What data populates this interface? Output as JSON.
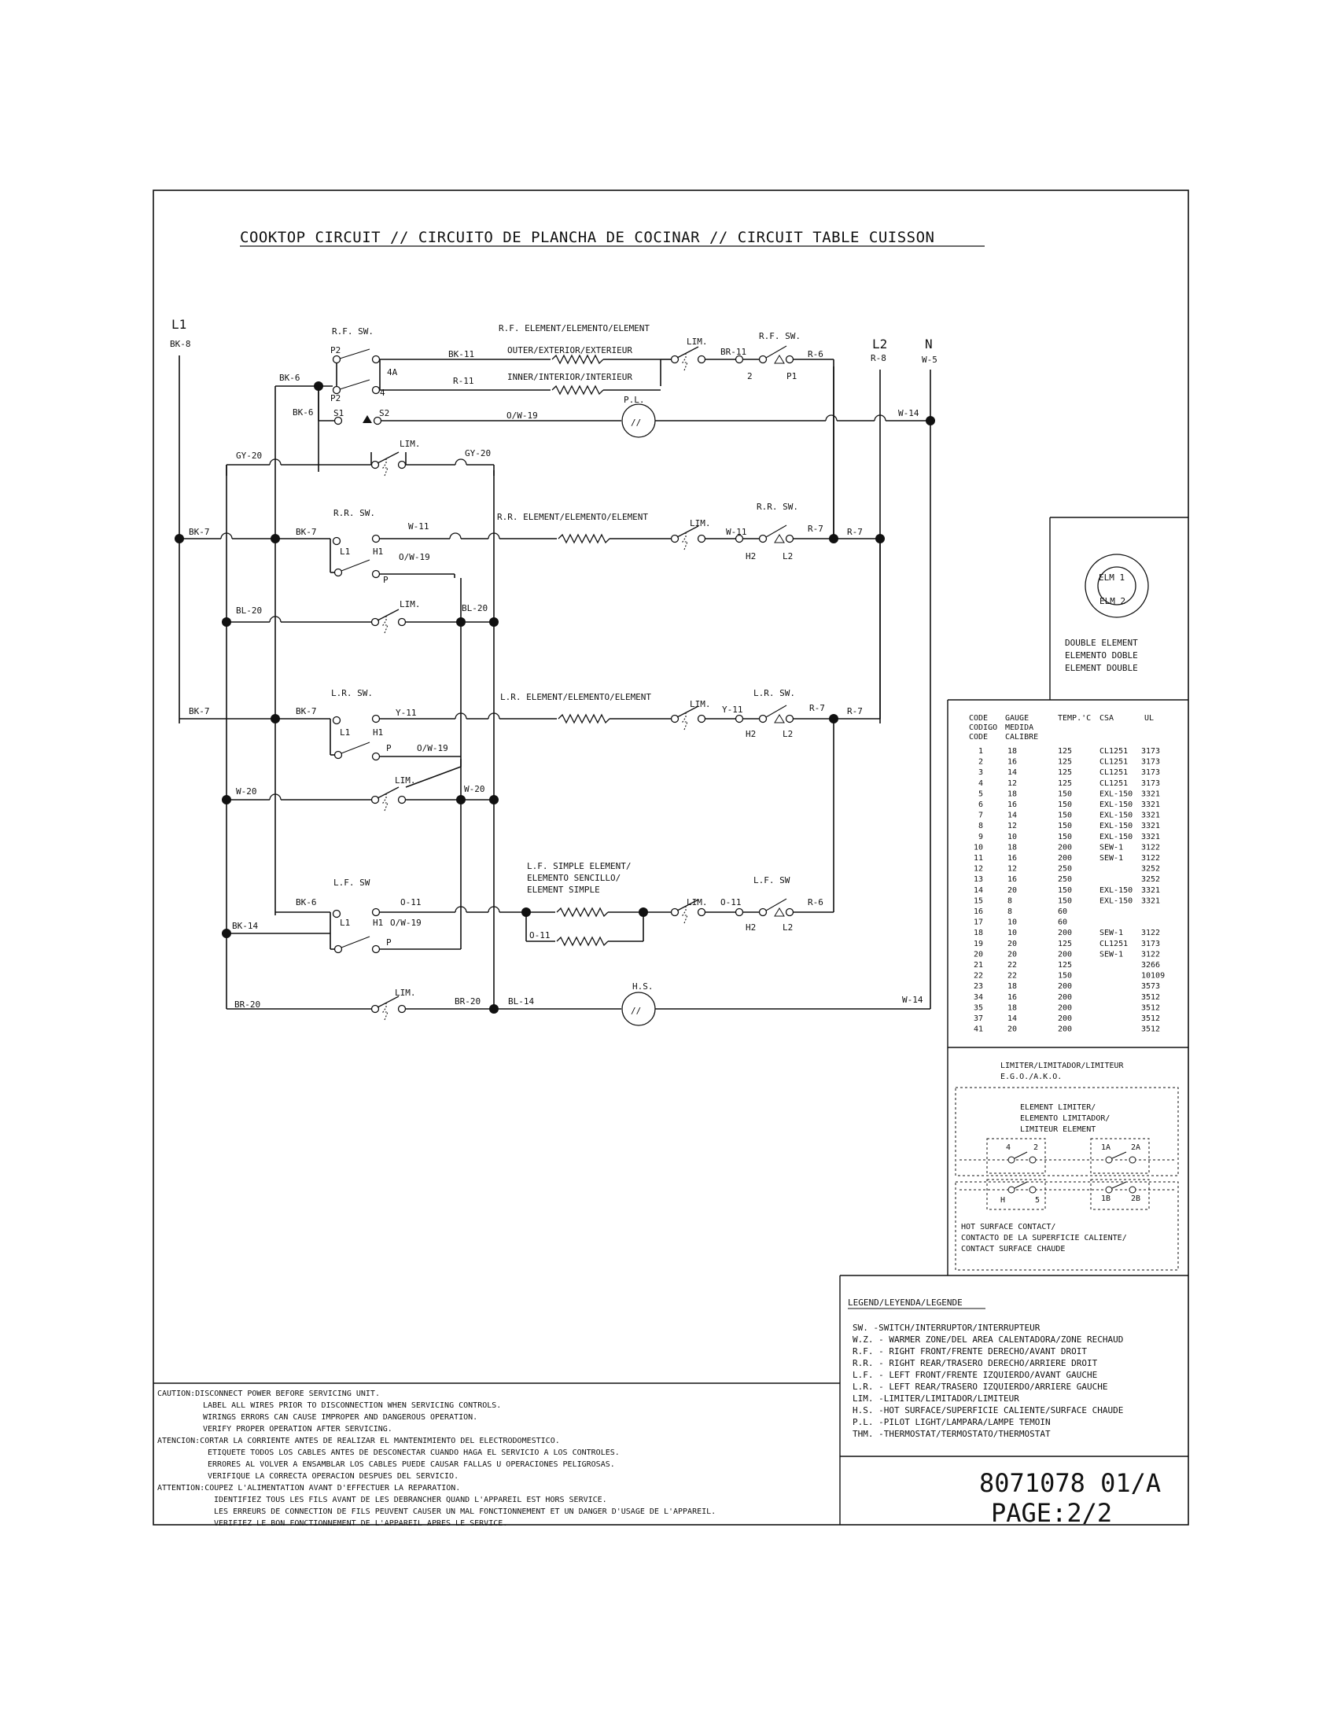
{
  "title": "COOKTOP CIRCUIT // CIRCUITO DE PLANCHA DE COCINAR // CIRCUIT TABLE CUISSON",
  "lines": {
    "l1": "L1",
    "l1_wire": "BK-8",
    "l2": "L2",
    "l2_wire": "R-8",
    "n": "N",
    "n_wire": "W-5"
  },
  "rf": {
    "sw": "R.F. SW.",
    "element": "R.F. ELEMENT/ELEMENTO/ELEMENT",
    "outer": "OUTER/EXTERIOR/EXTERIEUR",
    "inner": "INNER/INTERIOR/INTERIEUR",
    "p2a": "P2",
    "p2b": "P2",
    "s1": "S1",
    "s2": "S2",
    "t4a": "4A",
    "t4": "4",
    "bk6a": "BK-6",
    "bk6b": "BK-6",
    "bk11": "BK-11",
    "r11": "R-11",
    "ow19": "O/W-19",
    "lim": "LIM.",
    "br11": "BR-11",
    "t2": "2",
    "p1": "P1",
    "sw2": "R.F. SW.",
    "r6": "R-6",
    "pl": "P.L.",
    "w14": "W-14"
  },
  "gy": {
    "gy20a": "GY-20",
    "gy20b": "GY-20",
    "lim": "LIM."
  },
  "rr": {
    "sw": "R.R. SW.",
    "bk7a": "BK-7",
    "bk7b": "BK-7",
    "w11": "W-11",
    "l1": "L1",
    "h1": "H1",
    "ow19": "O/W-19",
    "p": "P",
    "element": "R.R. ELEMENT/ELEMENTO/ELEMENT",
    "lim": "LIM.",
    "w11b": "W-11",
    "sw2": "R.R. SW.",
    "h2": "H2",
    "l2": "L2",
    "r7a": "R-7",
    "r7b": "R-7"
  },
  "bl": {
    "bl20a": "BL-20",
    "bl20b": "BL-20",
    "lim": "LIM."
  },
  "lr": {
    "bk7a": "BK-7",
    "sw": "L.R. SW.",
    "bk7b": "BK-7",
    "y11": "Y-11",
    "l1": "L1",
    "h1": "H1",
    "p": "P",
    "ow19": "O/W-19",
    "element": "L.R. ELEMENT/ELEMENTO/ELEMENT",
    "lim": "LIM.",
    "y11b": "Y-11",
    "sw2": "L.R. SW.",
    "h2": "H2",
    "l2": "L2",
    "r7a": "R-7",
    "r7b": "R-7"
  },
  "wh": {
    "w20a": "W-20",
    "w20b": "W-20",
    "lim": "LIM."
  },
  "lf": {
    "sw": "L.F. SW",
    "bk6": "BK-6",
    "o11": "O-11",
    "l1": "L1",
    "h1": "H1",
    "ow19": "O/W-19",
    "p": "P",
    "bk14": "BK-14",
    "element1": "L.F. SIMPLE ELEMENT/",
    "element2": "ELEMENTO SENCILLO/",
    "element3": "ELEMENT SIMPLE",
    "o11b": "O-11",
    "lim": "LIM.",
    "o11c": "O-11",
    "sw2": "L.F. SW",
    "h2": "H2",
    "l2": "L2",
    "r6": "R-6"
  },
  "hs_row": {
    "br20a": "BR-20",
    "lim": "LIM.",
    "br20b": "BR-20",
    "bl14": "BL-14",
    "hs": "H.S.",
    "w14": "W-14"
  },
  "double_element": {
    "elm1": "ELM 1",
    "elm2": "ELM 2",
    "label": [
      "DOUBLE ELEMENT",
      "ELEMENTO DOBLE",
      "ELEMENT DOUBLE"
    ]
  },
  "wire_table": {
    "headers": [
      [
        "CODE",
        "CODIGO",
        "CODE"
      ],
      [
        "GAUGE",
        "MEDIDA",
        "CALIBRE"
      ],
      [
        "TEMP.'C"
      ],
      [
        "CSA"
      ],
      [
        "UL"
      ]
    ],
    "rows": [
      [
        "1",
        "18",
        "125",
        "CL1251",
        "3173"
      ],
      [
        "2",
        "16",
        "125",
        "CL1251",
        "3173"
      ],
      [
        "3",
        "14",
        "125",
        "CL1251",
        "3173"
      ],
      [
        "4",
        "12",
        "125",
        "CL1251",
        "3173"
      ],
      [
        "5",
        "18",
        "150",
        "EXL-150",
        "3321"
      ],
      [
        "6",
        "16",
        "150",
        "EXL-150",
        "3321"
      ],
      [
        "7",
        "14",
        "150",
        "EXL-150",
        "3321"
      ],
      [
        "8",
        "12",
        "150",
        "EXL-150",
        "3321"
      ],
      [
        "9",
        "10",
        "150",
        "EXL-150",
        "3321"
      ],
      [
        "10",
        "18",
        "200",
        "SEW-1",
        "3122"
      ],
      [
        "11",
        "16",
        "200",
        "SEW-1",
        "3122"
      ],
      [
        "12",
        "12",
        "250",
        "",
        "3252"
      ],
      [
        "13",
        "16",
        "250",
        "",
        "3252"
      ],
      [
        "14",
        "20",
        "150",
        "EXL-150",
        "3321"
      ],
      [
        "15",
        "8",
        "150",
        "EXL-150",
        "3321"
      ],
      [
        "16",
        "8",
        "60",
        "",
        ""
      ],
      [
        "17",
        "10",
        "60",
        "",
        ""
      ],
      [
        "18",
        "10",
        "200",
        "SEW-1",
        "3122"
      ],
      [
        "19",
        "20",
        "125",
        "CL1251",
        "3173"
      ],
      [
        "20",
        "20",
        "200",
        "SEW-1",
        "3122"
      ],
      [
        "21",
        "22",
        "125",
        "",
        "3266"
      ],
      [
        "22",
        "22",
        "150",
        "",
        "10109"
      ],
      [
        "23",
        "18",
        "200",
        "",
        "3573"
      ],
      [
        "34",
        "16",
        "200",
        "",
        "3512"
      ],
      [
        "35",
        "18",
        "200",
        "",
        "3512"
      ],
      [
        "37",
        "14",
        "200",
        "",
        "3512"
      ],
      [
        "41",
        "20",
        "200",
        "",
        "3512"
      ]
    ]
  },
  "limiter": {
    "title1": "LIMITER/LIMITADOR/LIMITEUR",
    "title2": "E.G.O./A.K.O.",
    "el1": "ELEMENT LIMITER/",
    "el2": "ELEMENTO LIMITADOR/",
    "el3": "LIMITEUR ELEMENT",
    "t4": "4",
    "t2": "2",
    "t1a": "1A",
    "t2a": "2A",
    "th": "H",
    "t5": "5",
    "t1b": "1B",
    "t2b": "2B",
    "hs1": "HOT SURFACE CONTACT/",
    "hs2": "CONTACTO DE LA SUPERFICIE CALIENTE/",
    "hs3": "CONTACT SURFACE CHAUDE"
  },
  "legend": {
    "title": "LEGEND/LEYENDA/LEGENDE",
    "items": [
      "SW. -SWITCH/INTERRUPTOR/INTERRUPTEUR",
      "W.Z. - WARMER ZONE/DEL AREA CALENTADORA/ZONE RECHAUD",
      "R.F. - RIGHT FRONT/FRENTE DERECHO/AVANT DROIT",
      "R.R. - RIGHT REAR/TRASERO DERECHO/ARRIERE DROIT",
      "L.F. - LEFT FRONT/FRENTE IZQUIERDO/AVANT GAUCHE",
      "L.R. - LEFT REAR/TRASERO IZQUIERDO/ARRIERE GAUCHE",
      "LIM. -LIMITER/LIMITADOR/LIMITEUR",
      "H.S. -HOT SURFACE/SUPERFICIE CALIENTE/SURFACE CHAUDE",
      "P.L. -PILOT LIGHT/LAMPARA/LAMPE TEMOIN",
      "THM. -THERMOSTAT/TERMOSTATO/THERMOSTAT"
    ]
  },
  "caution": [
    "CAUTION:DISCONNECT POWER BEFORE SERVICING UNIT.",
    "LABEL ALL WIRES PRIOR TO DISCONNECTION WHEN SERVICING CONTROLS.",
    "WIRINGS ERRORS CAN CAUSE IMPROPER AND DANGEROUS OPERATION.",
    "VERIFY PROPER OPERATION AFTER SERVICING.",
    "ATENCION:CORTAR LA CORRIENTE ANTES DE REALIZAR EL MANTENIMIENTO DEL ELECTRODOMESTICO.",
    "ETIQUETE TODOS LOS CABLES ANTES DE DESCONECTAR CUANDO HAGA EL SERVICIO A LOS CONTROLES.",
    "ERRORES AL VOLVER A ENSAMBLAR LOS CABLES PUEDE CAUSAR FALLAS U OPERACIONES PELIGROSAS.",
    "VERIFIQUE LA CORRECTA OPERACION DESPUES DEL SERVICIO.",
    "ATTENTION:COUPEZ L'ALIMENTATION AVANT D'EFFECTUER LA REPARATION.",
    "IDENTIFIEZ TOUS LES FILS AVANT DE LES DEBRANCHER QUAND L'APPAREIL EST HORS SERVICE.",
    "LES ERREURS DE CONNECTION DE FILS PEUVENT CAUSER UN MAL FONCTIONNEMENT ET UN DANGER D'USAGE DE L'APPAREIL.",
    "VERIFIEZ LE BON FONCTIONNEMENT DE L'APPAREIL APRES LE SERVICE."
  ],
  "part_number": "8071078 01/A",
  "page": "PAGE:2/2"
}
